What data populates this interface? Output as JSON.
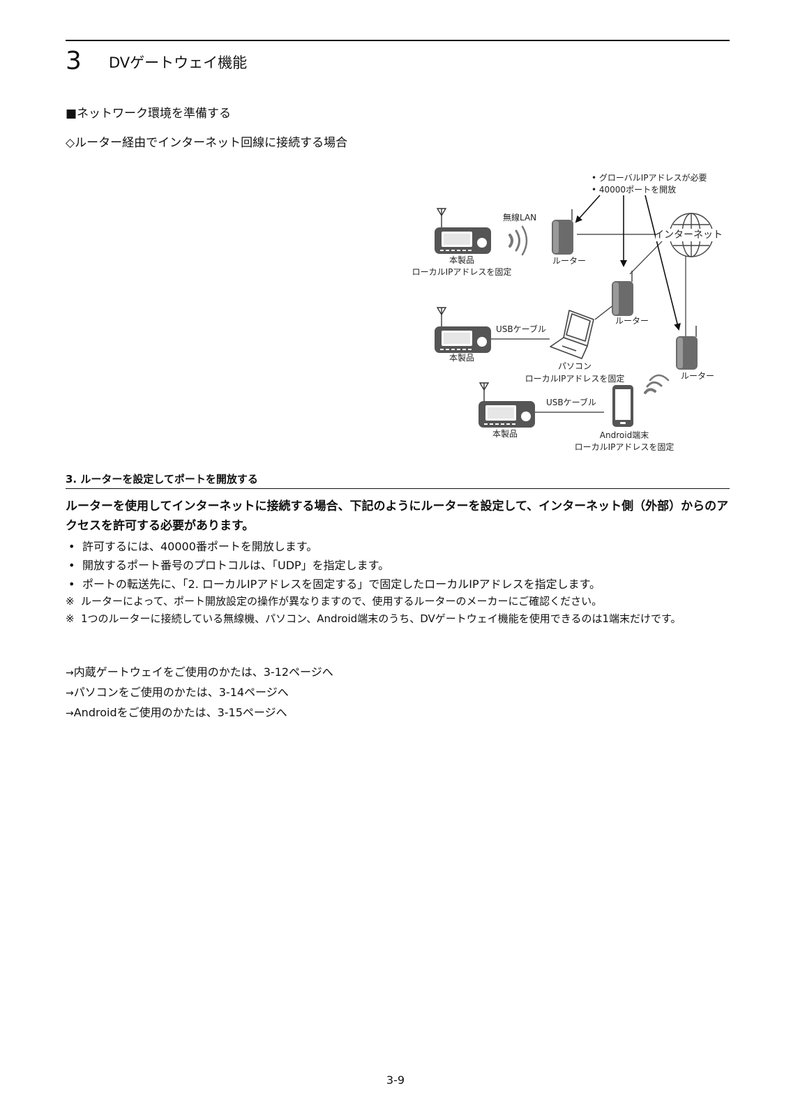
{
  "header": {
    "chapter_number": "3",
    "chapter_title": "DVゲートウェイ機能"
  },
  "section": {
    "heading": "■ネットワーク環境を準備する",
    "subheading": "◇ルーター経由でインターネット回線に接続する場合"
  },
  "diagram": {
    "note_line1": "• グローバルIPアドレスが必要",
    "note_line2": "• 40000ポートを開放",
    "wireless_lan": "無線LAN",
    "internet": "インターネット",
    "router": "ルーター",
    "device": "本製品",
    "fixed_local_ip": "ローカルIPアドレスを固定",
    "usb_cable": "USBケーブル",
    "pc": "パソコン",
    "android": "Android端末"
  },
  "step": {
    "title": "3. ルーターを設定してポートを開放する",
    "lead": "ルーターを使用してインターネットに接続する場合、下記のようにルーターを設定して、インターネット側（外部）からのアクセスを許可する必要があります。",
    "bullets": [
      "許可するには、40000番ポートを開放します。",
      "開放するポート番号のプロトコルは、「UDP」を指定します。",
      "ポートの転送先に、「2. ローカルIPアドレスを固定する」で固定したローカルIPアドレスを指定します。"
    ],
    "note_mark": "※",
    "notes": [
      "ルーターによって、ポート開放設定の操作が異なりますので、使用するルーターのメーカーにご確認ください。",
      "1つのルーターに接続している無線機、パソコン、Android端末のうち、DVゲートウェイ機能を使用できるのは1端末だけです。"
    ]
  },
  "references": {
    "arrow": "→",
    "items": [
      "内蔵ゲートウェイをご使用のかたは、3-12ページへ",
      "パソコンをご使用のかたは、3-14ページへ",
      "Androidをご使用のかたは、3-15ページへ"
    ]
  },
  "footer": {
    "page_number": "3-9"
  }
}
